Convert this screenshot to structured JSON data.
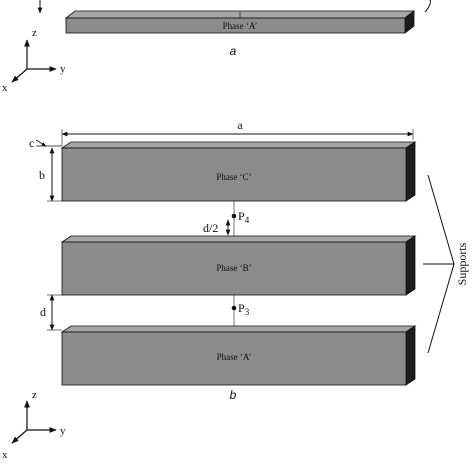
{
  "figure_a": {
    "caption": "a",
    "bar_label": "Phase ‘A’"
  },
  "figure_b": {
    "caption": "b",
    "bars": [
      {
        "id": "C",
        "label": "Phase ‘C’"
      },
      {
        "id": "B",
        "label": "Phase ‘B’"
      },
      {
        "id": "A",
        "label": "Phase ‘A’"
      }
    ],
    "dimensions": {
      "length": "a",
      "height": "b",
      "depth": "c",
      "gap": "d",
      "half_gap": "d/2"
    },
    "points": {
      "upper": {
        "letter": "P",
        "sub": "4"
      },
      "lower": {
        "letter": "P",
        "sub": "3"
      }
    },
    "supports_label": "Supports"
  },
  "axes": {
    "z": "z",
    "y": "y",
    "x": "x"
  },
  "colors": {
    "bar_front": "#8c8c8c",
    "bar_top": "#a6a6a6",
    "bar_side": "#1c1c1c",
    "line": "#111111"
  }
}
